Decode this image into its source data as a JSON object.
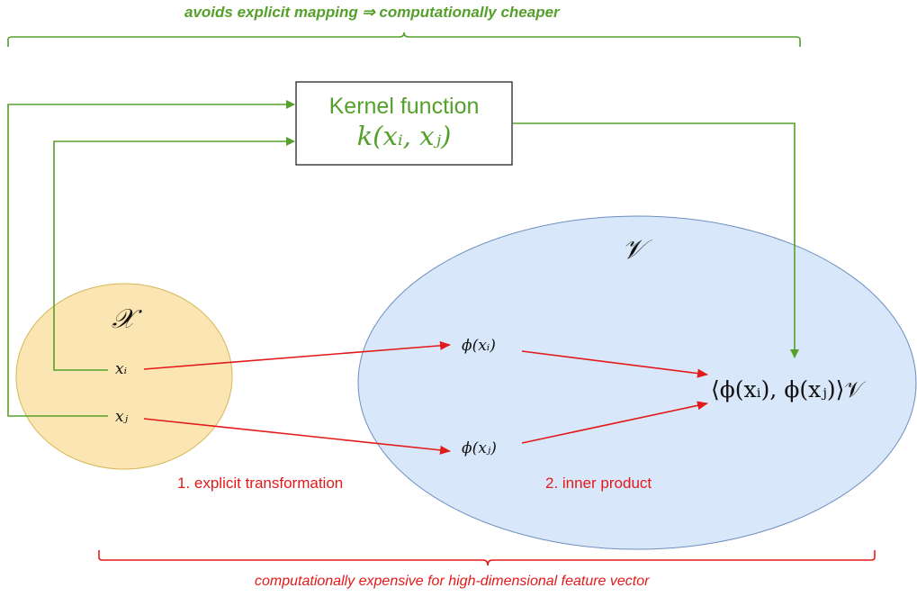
{
  "colors": {
    "green": "#55a02b",
    "red": "#e31a1a",
    "input_space_fill": "#fbe6b3",
    "input_space_stroke": "#d6b656",
    "feature_space_fill": "#d9e7fa",
    "feature_space_stroke": "#6c8ebf"
  },
  "top_note": "avoids explicit mapping ⇒ computationally cheaper",
  "bottom_note": "computationally expensive for high-dimensional feature vector",
  "kernel_box": {
    "title": "Kernel function",
    "formula": "k(xᵢ, xⱼ)"
  },
  "input_space": {
    "symbol": "𝒳",
    "xi": "xᵢ",
    "xj": "xⱼ"
  },
  "feature_space": {
    "symbol": "𝒱",
    "phi_xi": "ϕ(xᵢ)",
    "phi_xj": "ϕ(xⱼ)",
    "inner_product": "⟨ϕ(xᵢ), ϕ(xⱼ)⟩𝒱"
  },
  "steps": {
    "step1": "1. explicit transformation",
    "step2": "2. inner product"
  }
}
